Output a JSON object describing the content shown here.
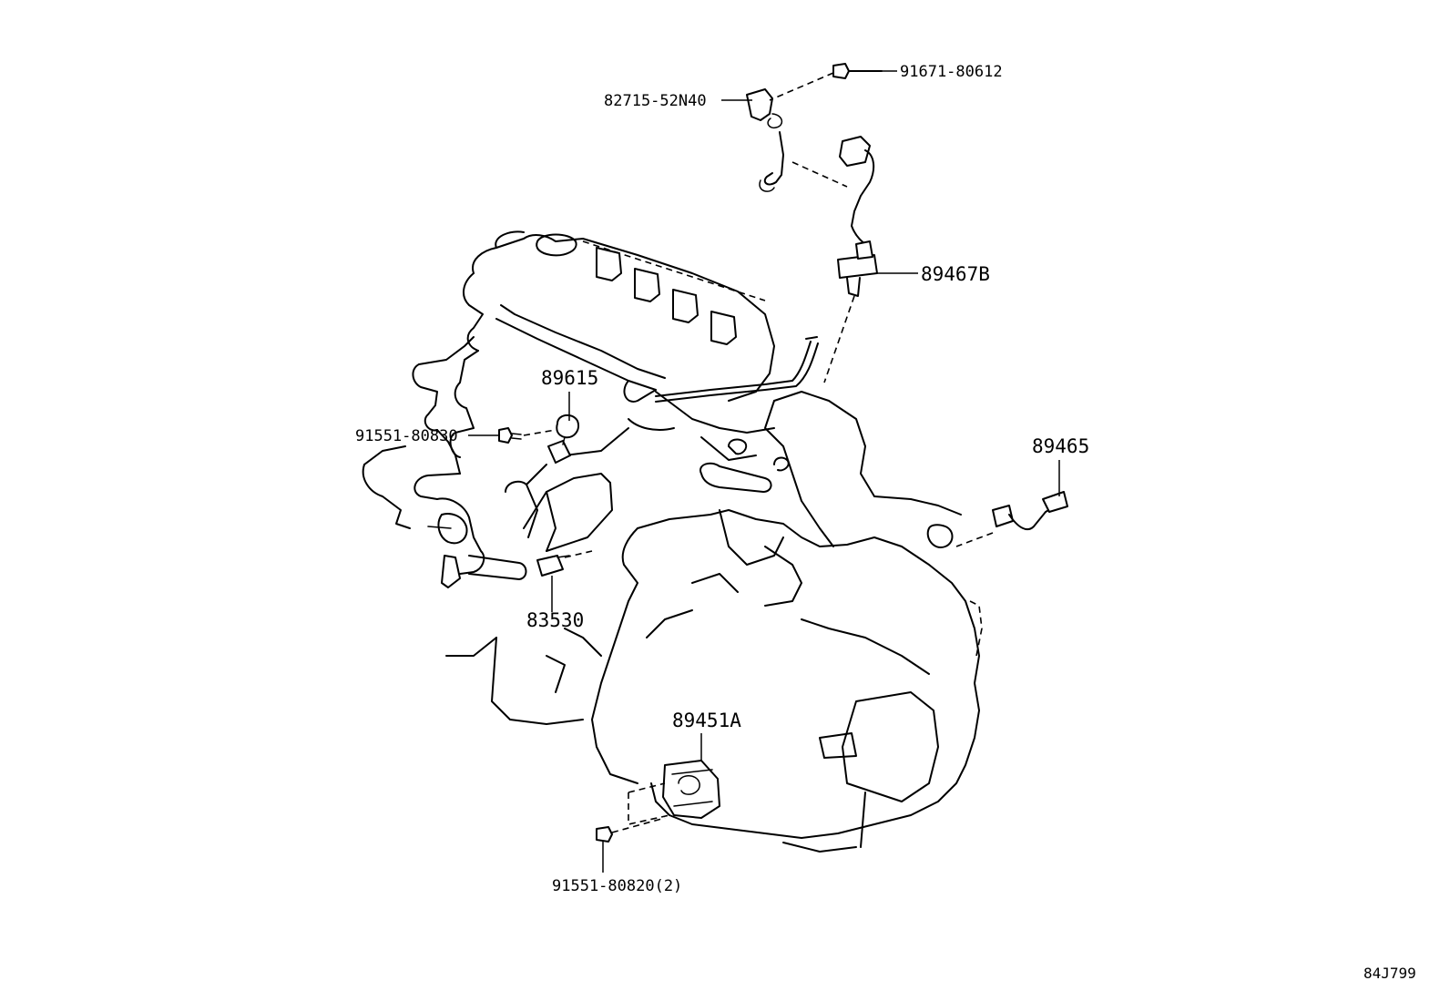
{
  "callouts": {
    "bolt_top": "91671-80612",
    "bracket": "82715-52N40",
    "oxygen_sensor": "89467B",
    "knock_sensor": "89615",
    "knock_bolt": "91551-80830",
    "crank_sensor": "89465",
    "temp_sensor": "83530",
    "throttle_sensor": "89451A",
    "bottom_bolt": "91551-80820(2)"
  },
  "diagram_code": "84J799"
}
